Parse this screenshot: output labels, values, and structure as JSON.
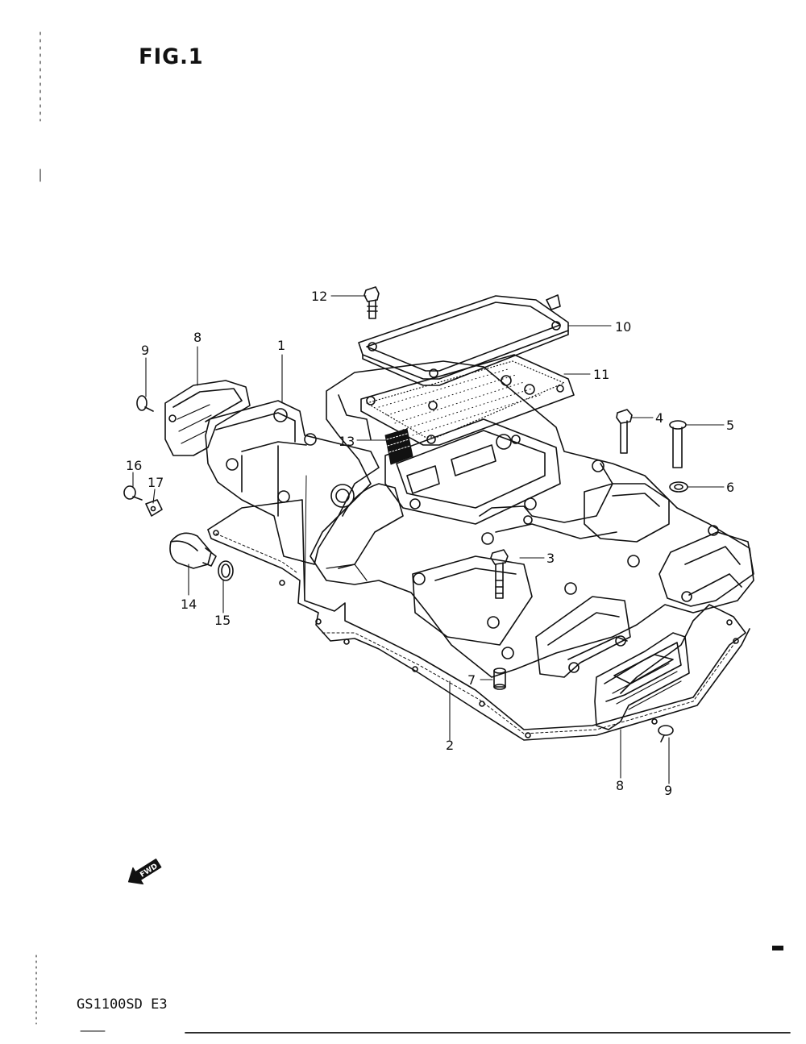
{
  "figure": {
    "title": "FIG.1"
  },
  "model": {
    "code": "GS1100SD E3"
  },
  "fwd_arrow": {
    "label": "FWD",
    "icon": "fwd-arrow-icon"
  },
  "callouts": {
    "c1": "1",
    "c2": "2",
    "c3": "3",
    "c4": "4",
    "c5": "5",
    "c6": "6",
    "c7": "7",
    "c8a": "8",
    "c8b": "8",
    "c9a": "9",
    "c9b": "9",
    "c10": "10",
    "c11": "11",
    "c12": "12",
    "c13": "13",
    "c14": "14",
    "c15": "15",
    "c16": "16",
    "c17": "17"
  },
  "colors": {
    "ink": "#111111",
    "paper": "#ffffff"
  }
}
